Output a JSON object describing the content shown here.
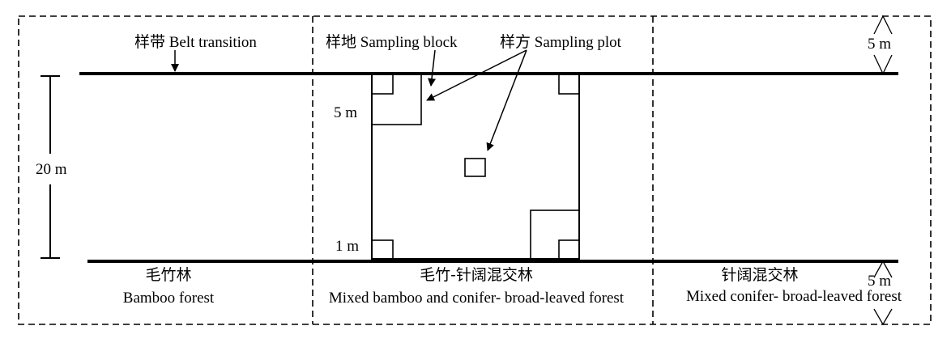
{
  "labels": {
    "belt_transition": "样带 Belt transition",
    "sampling_block": "样地 Sampling block",
    "sampling_plot": "样方 Sampling plot",
    "five_m_top": "5 m",
    "five_m_bottom": "5 m",
    "five_m_block": "5 m",
    "one_m": "1 m",
    "twenty_m": "20 m"
  },
  "zones": [
    {
      "zh": "毛竹林",
      "en": "Bamboo forest"
    },
    {
      "zh": "毛竹-针阔混交林",
      "en": "Mixed bamboo and conifer- broad-leaved forest"
    },
    {
      "zh": "针阔混交林",
      "en": "Mixed conifer- broad-leaved forest"
    }
  ]
}
